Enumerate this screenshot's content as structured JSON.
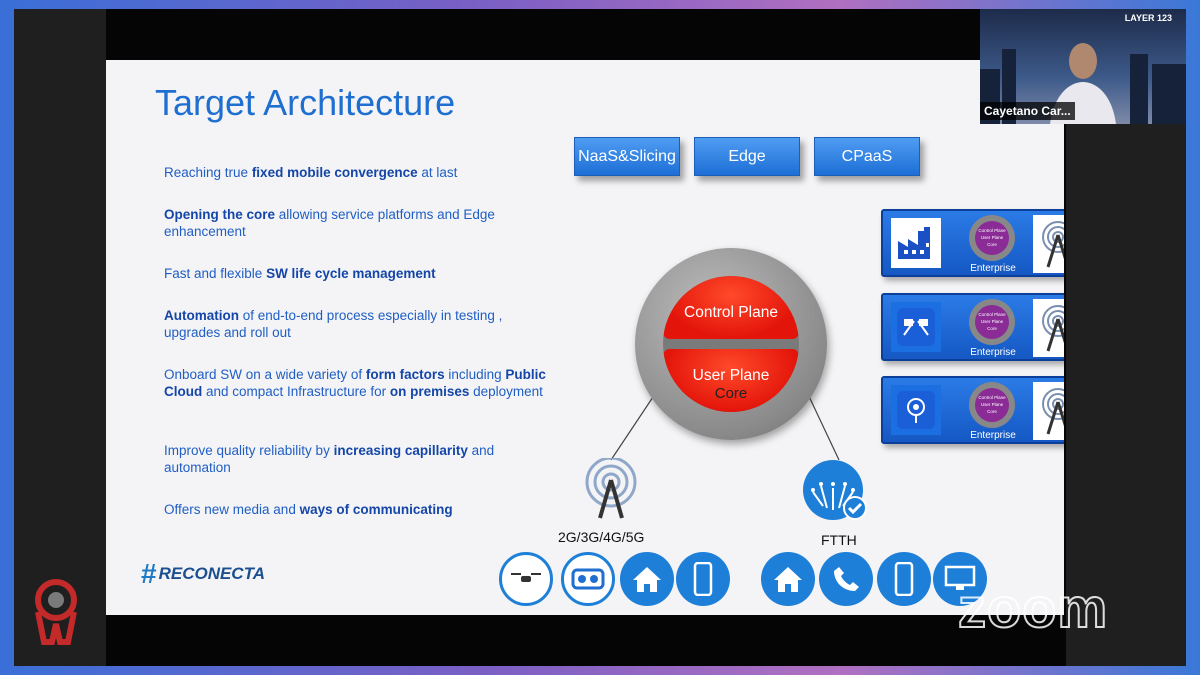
{
  "slide": {
    "title": "Target Architecture",
    "bullets": [
      {
        "parts": [
          {
            "t": "Reaching true ",
            "b": false
          },
          {
            "t": "fixed mobile convergence",
            "b": true
          },
          {
            "t": " at last",
            "b": false
          }
        ]
      },
      {
        "parts": [
          {
            "t": "Opening the core",
            "b": true
          },
          {
            "t": " allowing service platforms and Edge enhancement",
            "b": false
          }
        ]
      },
      {
        "parts": [
          {
            "t": "Fast and flexible ",
            "b": false
          },
          {
            "t": "SW life cycle management",
            "b": true
          }
        ]
      },
      {
        "parts": [
          {
            "t": "Automation",
            "b": true
          },
          {
            "t": " of end-to-end process especially in testing , upgrades and roll out",
            "b": false
          }
        ]
      },
      {
        "parts": [
          {
            "t": "Onboard SW on a wide variety of ",
            "b": false
          },
          {
            "t": "form factors",
            "b": true
          },
          {
            "t": " including ",
            "b": false
          },
          {
            "t": "Public Cloud",
            "b": true
          },
          {
            "t": " and compact Infrastructure for ",
            "b": false
          },
          {
            "t": "on premises",
            "b": true
          },
          {
            "t": " deployment",
            "b": false
          }
        ]
      },
      {
        "parts": [
          {
            "t": "Improve quality reliability by ",
            "b": false
          },
          {
            "t": "increasing capillarity",
            "b": true
          },
          {
            "t": " and automation",
            "b": false
          }
        ]
      },
      {
        "parts": [
          {
            "t": "Offers new media and ",
            "b": false
          },
          {
            "t": "ways of communicating",
            "b": true
          }
        ]
      }
    ],
    "services": [
      "NaaS&Slicing",
      "Edge",
      "CPaaS"
    ],
    "core": {
      "control": "Control Plane",
      "user": "User Plane",
      "label": "Core"
    },
    "enterprise": {
      "label": "Enterprise",
      "mini_core": {
        "control": "Control Plane",
        "user": "User Plane",
        "core": "Core"
      },
      "icons": [
        "factory-icon",
        "racing-flags-icon",
        "location-pin-icon"
      ]
    },
    "access": {
      "mobile": "2G/3G/4G/5G",
      "fixed": "FTTH"
    },
    "brand": {
      "hash": "#",
      "name": "RECONECTA"
    }
  },
  "participant": {
    "name": "Cayetano Car...",
    "brand": "LAYER 123"
  },
  "watermark": "zoom",
  "colors": {
    "accent": "#1e6fd0",
    "core_red": "#e3140a",
    "panel_blue": "#1d6fd6"
  }
}
